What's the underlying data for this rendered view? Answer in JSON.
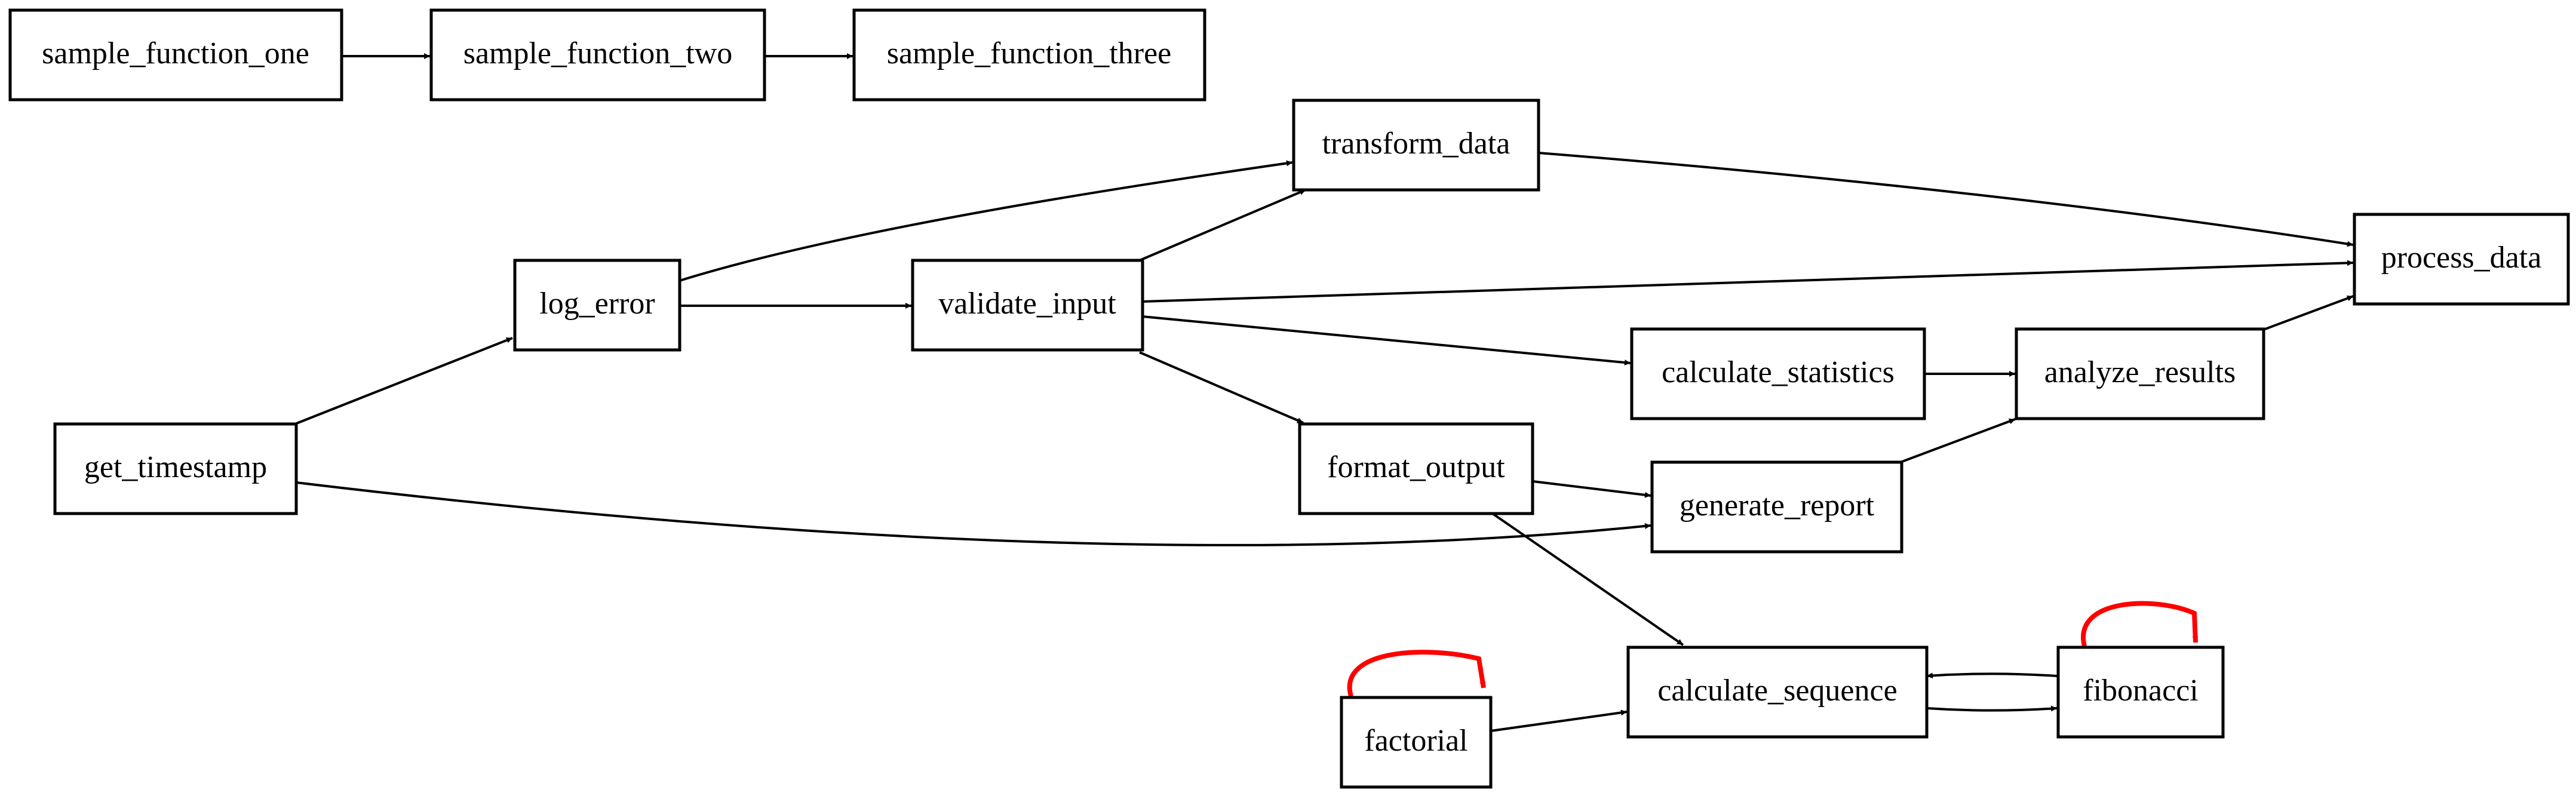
{
  "colors": {
    "edge": "#000000",
    "self_loop": "#ff0000",
    "node_border": "#000000",
    "background": "#ffffff"
  },
  "nodes": {
    "sample_function_one": {
      "label": "sample_function_one"
    },
    "sample_function_two": {
      "label": "sample_function_two"
    },
    "sample_function_three": {
      "label": "sample_function_three"
    },
    "transform_data": {
      "label": "transform_data"
    },
    "process_data": {
      "label": "process_data"
    },
    "log_error": {
      "label": "log_error"
    },
    "validate_input": {
      "label": "validate_input"
    },
    "calculate_statistics": {
      "label": "calculate_statistics"
    },
    "analyze_results": {
      "label": "analyze_results"
    },
    "get_timestamp": {
      "label": "get_timestamp"
    },
    "format_output": {
      "label": "format_output"
    },
    "generate_report": {
      "label": "generate_report"
    },
    "calculate_sequence": {
      "label": "calculate_sequence"
    },
    "fibonacci": {
      "label": "fibonacci"
    },
    "factorial": {
      "label": "factorial"
    }
  },
  "edges": [
    {
      "from": "sample_function_one",
      "to": "sample_function_two"
    },
    {
      "from": "sample_function_two",
      "to": "sample_function_three"
    },
    {
      "from": "log_error",
      "to": "transform_data"
    },
    {
      "from": "log_error",
      "to": "validate_input"
    },
    {
      "from": "validate_input",
      "to": "transform_data"
    },
    {
      "from": "validate_input",
      "to": "process_data"
    },
    {
      "from": "validate_input",
      "to": "calculate_statistics"
    },
    {
      "from": "validate_input",
      "to": "format_output"
    },
    {
      "from": "transform_data",
      "to": "process_data"
    },
    {
      "from": "calculate_statistics",
      "to": "analyze_results"
    },
    {
      "from": "analyze_results",
      "to": "process_data"
    },
    {
      "from": "get_timestamp",
      "to": "log_error"
    },
    {
      "from": "get_timestamp",
      "to": "generate_report"
    },
    {
      "from": "format_output",
      "to": "generate_report"
    },
    {
      "from": "format_output",
      "to": "calculate_sequence"
    },
    {
      "from": "generate_report",
      "to": "analyze_results"
    },
    {
      "from": "factorial",
      "to": "calculate_sequence"
    },
    {
      "from": "calculate_sequence",
      "to": "fibonacci"
    },
    {
      "from": "fibonacci",
      "to": "calculate_sequence"
    },
    {
      "from": "factorial",
      "to": "factorial",
      "self_loop": true
    },
    {
      "from": "fibonacci",
      "to": "fibonacci",
      "self_loop": true
    }
  ]
}
